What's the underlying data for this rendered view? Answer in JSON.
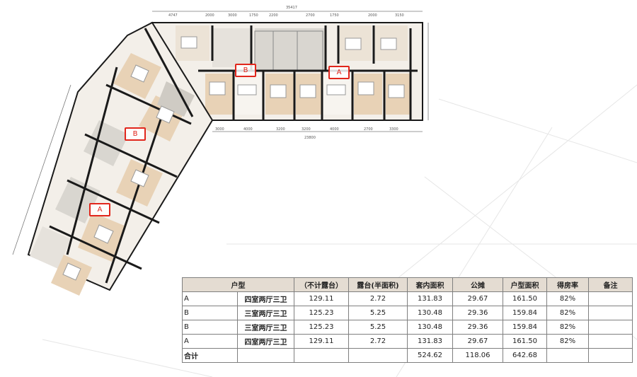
{
  "plan": {
    "unit_tags": [
      "B",
      "A",
      "B",
      "A"
    ],
    "dims_top": [
      "4747",
      "2000",
      "3000",
      "1750",
      "2200",
      "2700",
      "1750",
      "2000",
      "3150"
    ],
    "dims_bottom": [
      "3000",
      "4000",
      "3200",
      "3200",
      "4000",
      "2700",
      "3300"
    ],
    "dims_total_top": "35417",
    "dims_total_bottom": "23800"
  },
  "table": {
    "headers": [
      "户型",
      "（不计露台）",
      "露台(半面积)",
      "套内面积",
      "公摊",
      "户型面积",
      "得房率",
      "备注"
    ],
    "rows": [
      {
        "code": "A",
        "type": "四室两厅三卫",
        "no_terrace": "129.11",
        "terrace_half": "2.72",
        "inner_area": "131.83",
        "shared": "29.67",
        "unit_area": "161.50",
        "ratio": "82%",
        "note": ""
      },
      {
        "code": "B",
        "type": "三室两厅三卫",
        "no_terrace": "125.23",
        "terrace_half": "5.25",
        "inner_area": "130.48",
        "shared": "29.36",
        "unit_area": "159.84",
        "ratio": "82%",
        "note": ""
      },
      {
        "code": "B",
        "type": "三室两厅三卫",
        "no_terrace": "125.23",
        "terrace_half": "5.25",
        "inner_area": "130.48",
        "shared": "29.36",
        "unit_area": "159.84",
        "ratio": "82%",
        "note": ""
      },
      {
        "code": "A",
        "type": "四室两厅三卫",
        "no_terrace": "129.11",
        "terrace_half": "2.72",
        "inner_area": "131.83",
        "shared": "29.67",
        "unit_area": "161.50",
        "ratio": "82%",
        "note": ""
      }
    ],
    "total": {
      "label": "合计",
      "inner_area": "524.62",
      "shared": "118.06",
      "unit_area": "642.68"
    }
  },
  "colors": {
    "header_bg": "#e4dcd2",
    "tag_red": "#e1261c",
    "wall": "#1a1a1a",
    "floor_wood": "#e8d2b6",
    "floor_tile": "#d9d6d0"
  }
}
